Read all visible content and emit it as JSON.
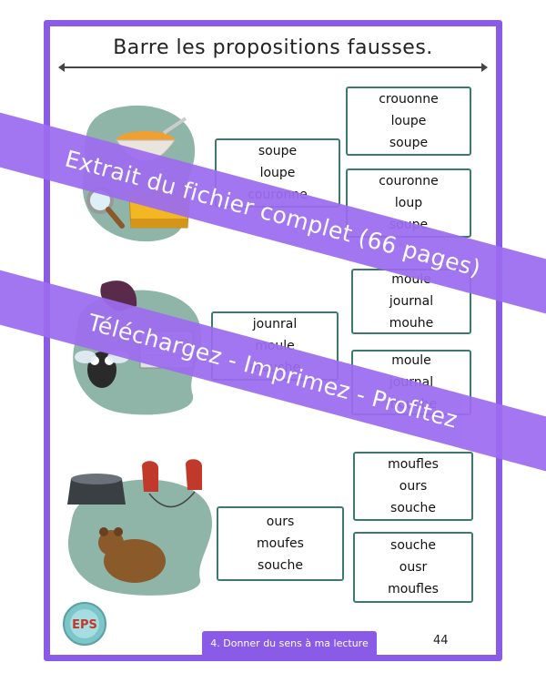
{
  "title": "Barre les propositions fausses.",
  "groups": [
    {
      "options": [
        {
          "words": [
            "soupe",
            "loupe",
            "couronne"
          ]
        },
        {
          "words": [
            "crouonne",
            "loupe",
            "soupe"
          ]
        },
        {
          "words": [
            "couronne",
            "loup",
            "soupe"
          ]
        }
      ],
      "illustrations": [
        "soup-bowl",
        "magnifying-glass",
        "crown"
      ]
    },
    {
      "options": [
        {
          "words": [
            "jounral",
            "moule",
            "mouche"
          ]
        },
        {
          "words": [
            "moule",
            "journal",
            "mouhe"
          ]
        },
        {
          "words": [
            "moule",
            "journal",
            "mouche"
          ]
        }
      ],
      "illustrations": [
        "mussel",
        "newspaper",
        "fly"
      ]
    },
    {
      "options": [
        {
          "words": [
            "ours",
            "moufes",
            "souche"
          ]
        },
        {
          "words": [
            "moufles",
            "ours",
            "souche"
          ]
        },
        {
          "words": [
            "souche",
            "ousr",
            "moufles"
          ]
        }
      ],
      "illustrations": [
        "tree-stump",
        "mittens",
        "bear"
      ]
    }
  ],
  "watermark": {
    "line1": "Extrait du fichier complet (66 pages)",
    "line2": "Téléchargez - Imprimez - Profitez"
  },
  "footer": {
    "section": "4. Donner du sens à ma lecture",
    "page": "44",
    "logo_text": "EPS"
  },
  "colors": {
    "frame": "#8a5be6",
    "banner": "#9d6cf0",
    "box_border": "#3d7a6e",
    "blob": "#8fb5a8"
  }
}
